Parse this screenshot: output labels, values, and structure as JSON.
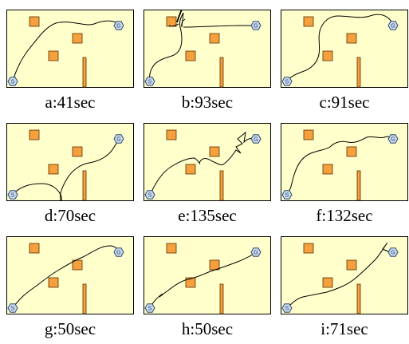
{
  "colors": {
    "arena_fill": "#ffffcc",
    "arena_border": "#000000",
    "obstacle_fill": "#f5a03c",
    "obstacle_border": "#5a3000",
    "marker_fill": "#c8d8ec",
    "marker_border": "#2c4a72",
    "path_stroke": "#000000"
  },
  "icons": {
    "start": "start-hexagon-icon",
    "goal": "goal-hexagon-icon"
  },
  "markers": {
    "start_label": "S",
    "goal_label": "G"
  },
  "panels": [
    {
      "id": "a",
      "caption": "a:41sec"
    },
    {
      "id": "b",
      "caption": "b:93sec"
    },
    {
      "id": "c",
      "caption": "c:91sec"
    },
    {
      "id": "d",
      "caption": "d:70sec"
    },
    {
      "id": "e",
      "caption": "e:135sec"
    },
    {
      "id": "f",
      "caption": "f:132sec"
    },
    {
      "id": "g",
      "caption": "g:50sec"
    },
    {
      "id": "h",
      "caption": "h:50sec"
    },
    {
      "id": "i",
      "caption": "i:71sec"
    }
  ]
}
